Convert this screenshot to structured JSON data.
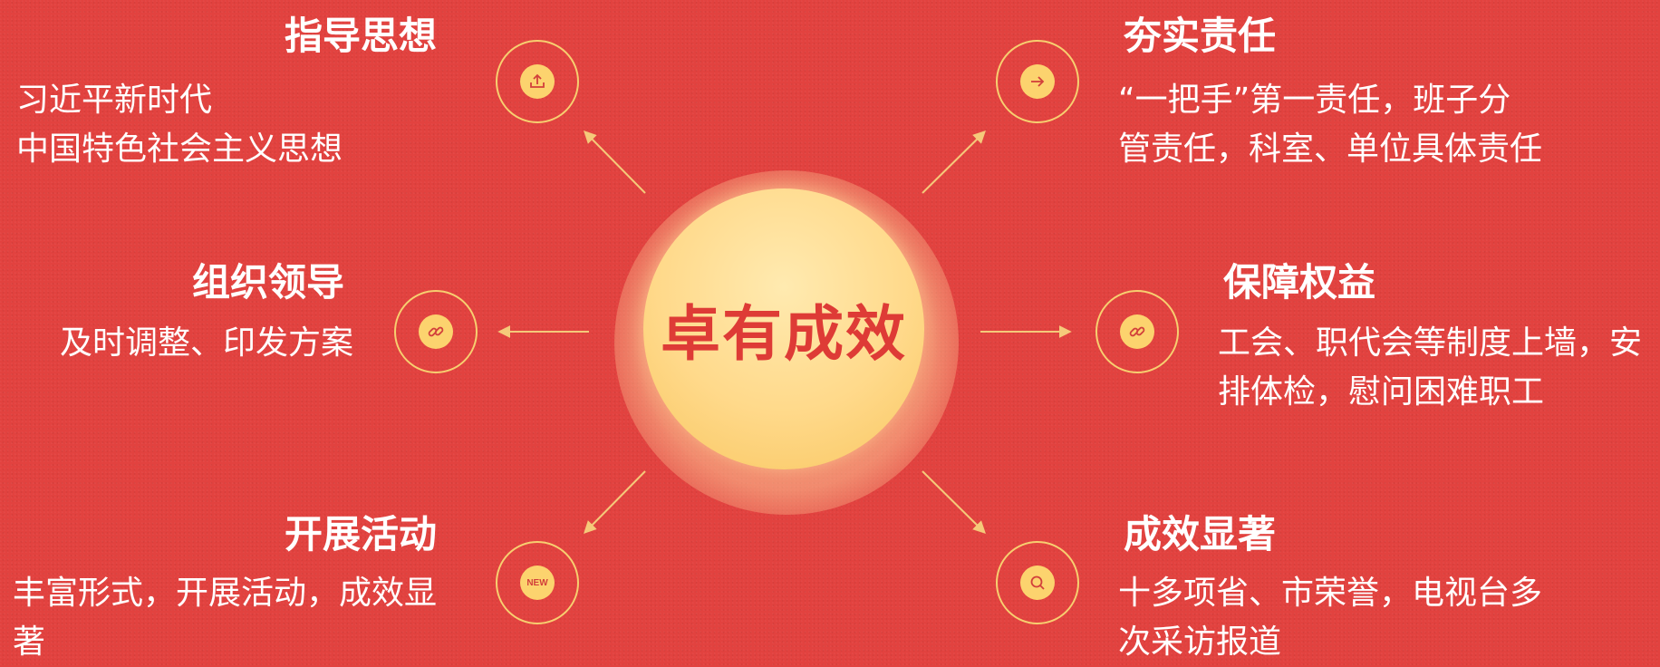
{
  "center": {
    "label": "卓有成效"
  },
  "nodes": [
    {
      "title": "指导思想",
      "lines": [
        "习近平新时代",
        "中国特色社会主义思想"
      ],
      "icon": "upload-icon"
    },
    {
      "title": "夯实责任",
      "lines": [
        "“一把手”第一责任，班子分",
        "管责任，科室、单位具体责任"
      ],
      "icon": "arrow-right-icon"
    },
    {
      "title": "组织领导",
      "lines": [
        "及时调整、印发方案"
      ],
      "icon": "link-icon"
    },
    {
      "title": "保障权益",
      "lines": [
        "工会、职代会等制度上墙，安",
        "排体检，慰问困难职工"
      ],
      "icon": "link-icon"
    },
    {
      "title": "开展活动",
      "lines": [
        "丰富形式，开展活动，成效显",
        "著"
      ],
      "icon": "new-badge-icon",
      "badge": "NEW"
    },
    {
      "title": "成效显著",
      "lines": [
        "十多项省、市荣誉，电视台多",
        "次采访报道"
      ],
      "icon": "search-icon"
    }
  ],
  "colors": {
    "background": "#e2423f",
    "accent": "#fcd36e",
    "ring": "#f7cf70",
    "center_text": "#de3b36"
  }
}
